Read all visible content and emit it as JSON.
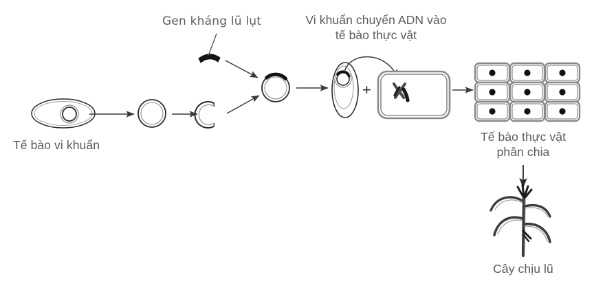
{
  "diagram": {
    "title": "Quy trinh chuyen gen khang lu lut vao cay trong",
    "background_color": "#ffffff",
    "text_color": "#5a5a5a",
    "ink_color": "#1f1f1f",
    "cell_border_color": "#8c8c8c",
    "labels": {
      "gene": "Gen kháng lũ lụt",
      "transfer_line1": "Vi khuẩn chuyển ADN vào",
      "transfer_line2": "tế bào thực vật",
      "bacterial_cell": "Tế bào vi khuẩn",
      "dividing_line1": "Tế bào thực vật",
      "dividing_line2": "phân chia",
      "plant": "Cây chịu lũ",
      "plus": "+"
    },
    "stages": [
      {
        "id": "bacterial-cell",
        "name": "Tế bào vi khuẩn",
        "shape": "ellipse-with-plasmid"
      },
      {
        "id": "plasmid-closed",
        "name": "Plasmid",
        "shape": "double-ring"
      },
      {
        "id": "plasmid-cut",
        "name": "Plasmid đã cắt",
        "shape": "open-ring"
      },
      {
        "id": "plasmid-recombinant",
        "name": "Plasmid tái tổ hợp",
        "shape": "ring-with-black-arc"
      },
      {
        "id": "bacterium-carrier",
        "name": "Vi khuẩn mang plasmid",
        "shape": "oval-with-plasmid"
      },
      {
        "id": "plant-cell",
        "name": "Tế bào thực vật",
        "shape": "rounded-box-chromosome"
      },
      {
        "id": "plant-cell-grid",
        "name": "Tế bào thực vật phân chia",
        "shape": "grid-3x3"
      },
      {
        "id": "plant",
        "name": "Cây chịu lũ",
        "shape": "maize-plant"
      }
    ],
    "grid": {
      "rows": 3,
      "cols": 3,
      "cell_marker": "nucleus-dot"
    }
  }
}
